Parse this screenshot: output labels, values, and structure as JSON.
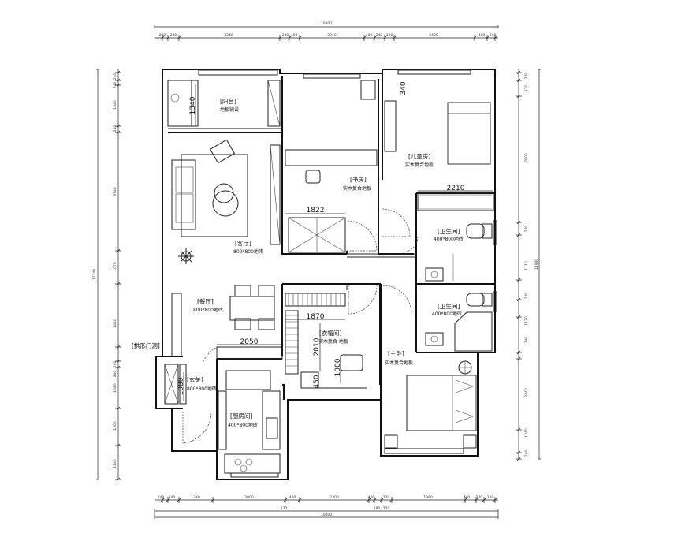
{
  "rooms": {
    "balcony": {
      "name": "[阳台]",
      "floor": "地板铺设"
    },
    "study": {
      "name": "[书房]",
      "floor": "实木复合地板"
    },
    "kids": {
      "name": "[儿童房]",
      "floor": "实木复合地板"
    },
    "living": {
      "name": "[客厅]",
      "floor": "800*800地砖"
    },
    "bath1": {
      "name": "[卫生间]",
      "floor": "400*800地砖"
    },
    "bath2": {
      "name": "[卫生间]",
      "floor": "400*800地砖"
    },
    "dining": {
      "name": "[餐厅]",
      "floor": "800*800地砖"
    },
    "closet": {
      "name": "[衣帽间]",
      "floor": "实木复合 地板"
    },
    "master": {
      "name": "[主卧]",
      "floor": "实木复合地板"
    },
    "arch": {
      "name": "[拱形门洞]"
    },
    "entry": {
      "name": "[玄关]",
      "floor": "800*800地砖"
    },
    "kitchen": {
      "name": "[厨房间]",
      "floor": "400*800地砖"
    }
  },
  "dims": {
    "balcony_depth": "1340",
    "study_width": "1822",
    "kids_width": "2210",
    "closet_width": "1870",
    "closet_depth": "2010",
    "dining_width": "2050",
    "desk_depth": "1000",
    "desk_gap": "450",
    "entry_depth": "1080",
    "kids_window": "340"
  },
  "dim_top": {
    "total": "10400",
    "segs": [
      "240",
      "240",
      "3240",
      "240",
      "400",
      "2910",
      "400",
      "240",
      "120",
      "2400",
      "400",
      "240"
    ]
  },
  "dim_bottom": {
    "total": "10400",
    "segs": [
      "240",
      "240",
      "1240",
      "3000",
      "400",
      "2300",
      "400",
      "120",
      "1990",
      "400",
      "240",
      "120"
    ],
    "sub": [
      "170",
      "180",
      "120"
    ]
  },
  "dim_left": {
    "total": "12740",
    "segs": [
      "240",
      "240",
      "1340",
      "240",
      "3740",
      "1070",
      "2440",
      "240",
      "240",
      "1080",
      "1500",
      "1240"
    ]
  },
  "dim_right": {
    "total": "11940",
    "segs": [
      "240",
      "370",
      "2800",
      "240",
      "1110",
      "240",
      "1120",
      "240",
      "2440",
      "1240",
      "240"
    ]
  }
}
